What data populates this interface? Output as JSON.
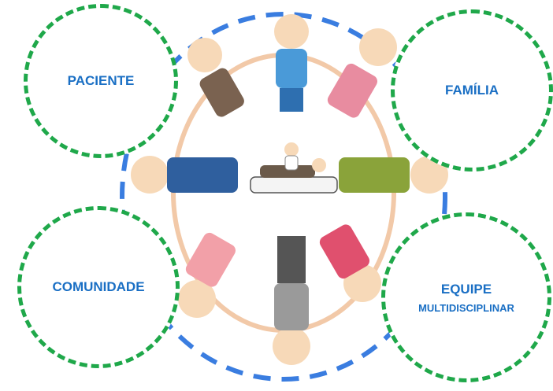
{
  "nodes": {
    "paciente": {
      "label": "PACIENTE"
    },
    "familia": {
      "label": "FAMÍLIA"
    },
    "comunidade": {
      "label": "COMUNIDADE"
    },
    "equipe": {
      "label": "EQUIPE",
      "sublabel": "MULTIDISCIPLINAR"
    }
  },
  "colors": {
    "text": "#1a6fc4",
    "node_border": "#1fa84a",
    "ring": "#3a7de0"
  }
}
